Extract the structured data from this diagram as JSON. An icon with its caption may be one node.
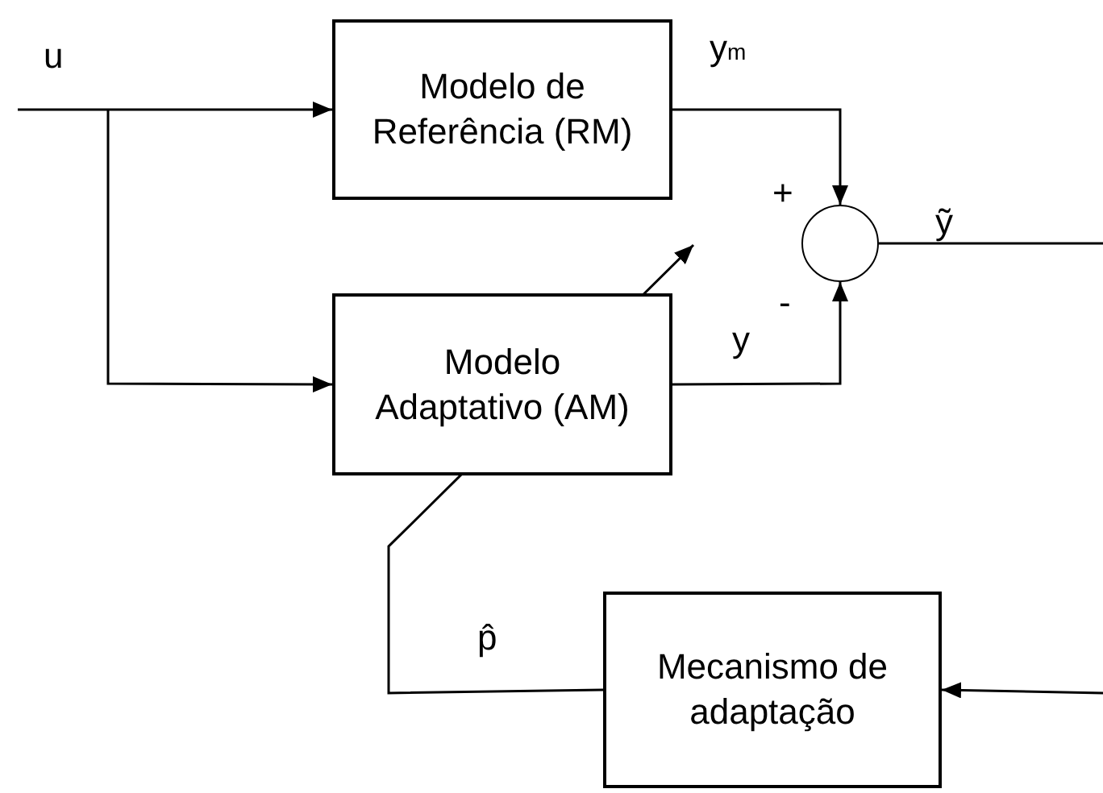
{
  "diagram": {
    "nodes": [
      {
        "text": [
          "Modelo de Referência (RM)"
        ]
      },
      {
        "text": [
          "Modelo Adaptativo (AM)"
        ]
      },
      {
        "text": [],
        "shape": "circle"
      },
      {
        "text": [
          "Mecanismo de adaptação"
        ]
      }
    ],
    "edges": [
      {
        "from": null,
        "to": 0,
        "arrow": "to"
      },
      {
        "from": null,
        "to": 1,
        "arrow": "to"
      },
      {
        "from": 0,
        "to": 2,
        "arrow": "to"
      },
      {
        "from": 1,
        "to": 2,
        "arrow": "to"
      },
      {
        "from": 2,
        "to": null,
        "arrow": "none"
      },
      {
        "from": null,
        "to": 3,
        "arrow": "to"
      },
      {
        "from": 3,
        "to": null,
        "arrow": "to"
      }
    ],
    "labels": [
      "u",
      "y$_{m}$",
      "+",
      "ỹ",
      "-",
      "y",
      "p̂"
    ]
  }
}
